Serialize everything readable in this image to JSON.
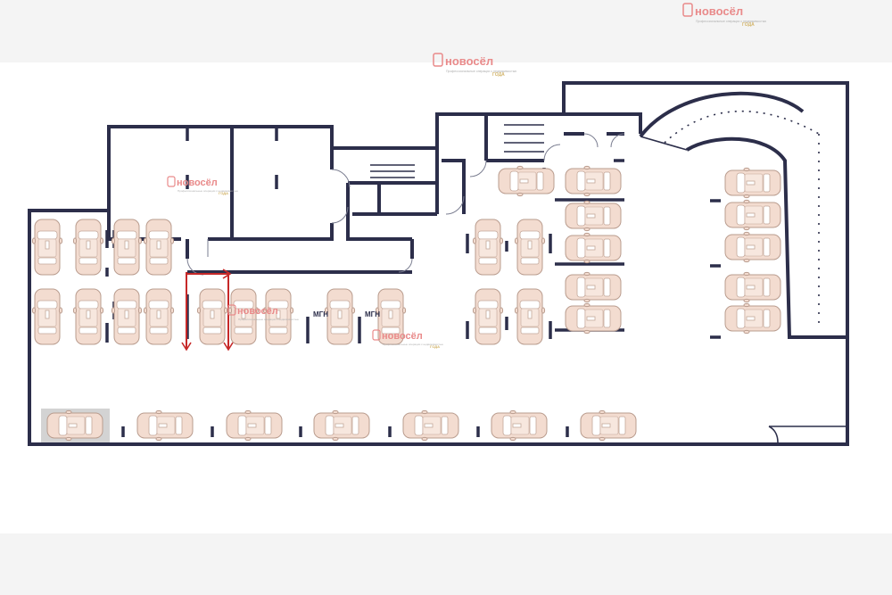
{
  "watermark": {
    "brand": "новосёл",
    "tagline": "Профессиональные операции с недвижимостью",
    "badge": "ГОДА",
    "colors": {
      "brand": "#e98a8a",
      "badge": "#d2b46a"
    }
  },
  "labels": {
    "mgn_1": "МГН",
    "mgn_2": "МГН"
  },
  "colors": {
    "wall": "#2c2e4a",
    "car": "#f3dcd0",
    "highlight": "#c62828",
    "selected_space": "#d3d3d3"
  }
}
